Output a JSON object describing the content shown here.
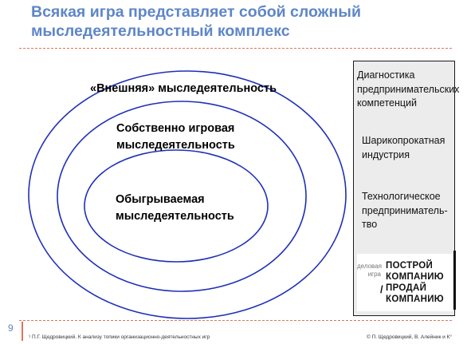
{
  "slide": {
    "title_lines": [
      "Всякая игра представляет собой сложный",
      "мыследеятельностный комплекс"
    ],
    "colors": {
      "title": "#5e86c8",
      "ellipse_stroke": "#1f2fb8",
      "divider": "#e2725b"
    }
  },
  "diagram": {
    "outer_label": "«Внешняя» мыследеятельность",
    "middle_label": [
      "Собственно игровая",
      "мыследеятельность"
    ],
    "inner_label": [
      "Обыгрываемая",
      "мыследеятельность"
    ]
  },
  "side_panel": {
    "item1": [
      "Диагностика",
      "предпринимательских",
      "компетенций"
    ],
    "item2": [
      "Шарикопрокатная",
      "индустрия"
    ],
    "item3": [
      "Технологическое",
      "предприниматель-",
      "тво"
    ],
    "logo": {
      "small": [
        "деловая",
        "игра"
      ],
      "lines": [
        "ПОСТРОЙ",
        "КОМПАНИЮ",
        "ПРОДАЙ",
        "КОМПАНИЮ"
      ],
      "slash": "/"
    }
  },
  "footer": {
    "page_number": "9",
    "footnote": "¹ П.Г. Щедровицкий. К анализу топики организационно-деятельностных игр",
    "copyright": "© П. Щедровицкий, В. Алейник и К°"
  }
}
